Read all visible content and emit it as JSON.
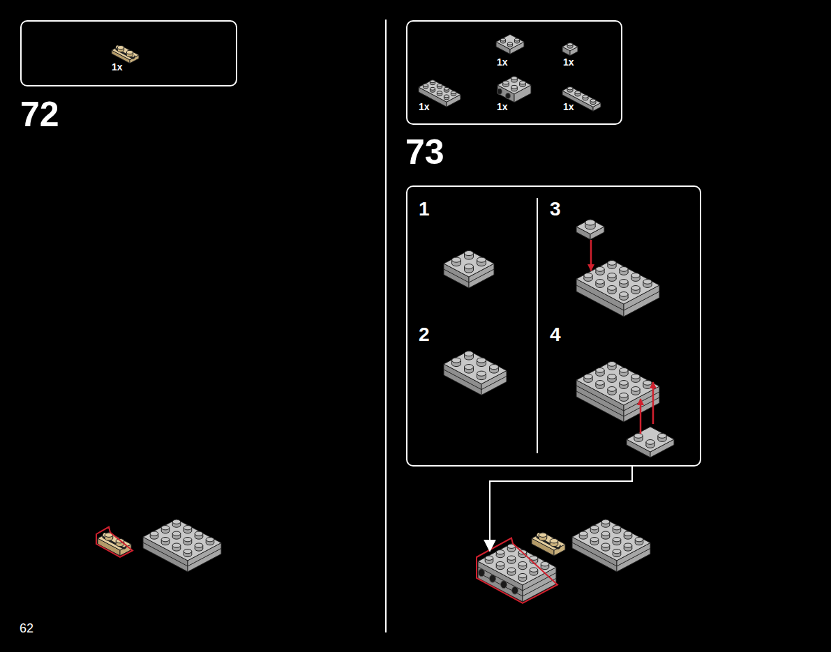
{
  "diagram": {
    "nodes": [
      {
        "text": [
          "1x"
        ]
      },
      {
        "text": [
          "1x",
          "1x",
          "1x",
          "1x",
          "1x"
        ]
      },
      {
        "text": [
          "1",
          "2",
          "3",
          "4"
        ]
      }
    ],
    "labels": [
      "72",
      "73",
      "62"
    ]
  }
}
